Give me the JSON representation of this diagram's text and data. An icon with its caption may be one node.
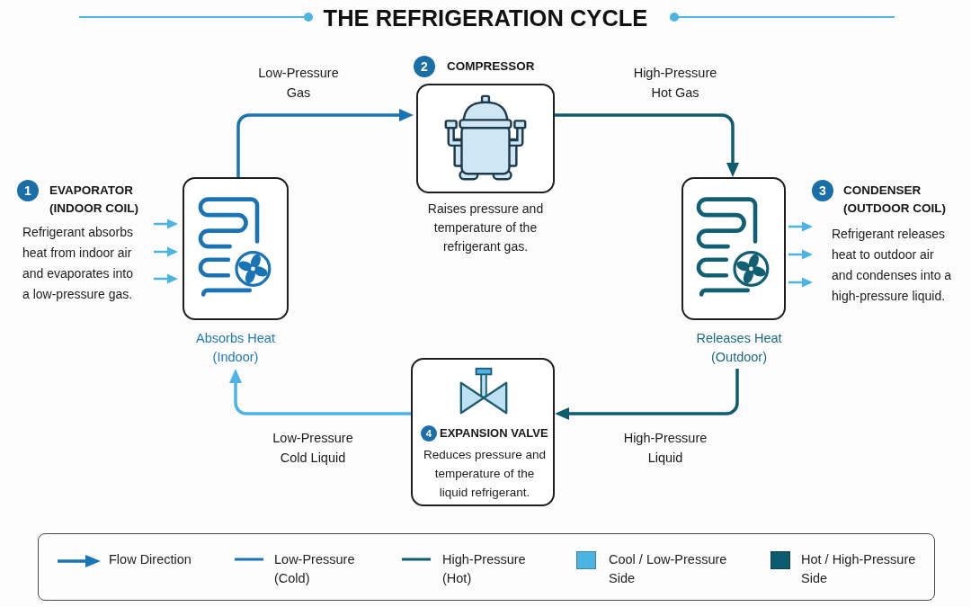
{
  "diagram": {
    "title": "THE REFRIGERATION CYCLE",
    "nodes": [
      {
        "text": [
          "1",
          "EVAPORATOR (INDOOR COIL)",
          "Refrigerant absorbs heat from indoor air and evaporates into a low-pressure gas.",
          "Absorbs Heat (Indoor)"
        ]
      },
      {
        "text": [
          "2",
          "COMPRESSOR",
          "Raises pressure and temperature of the refrigerant gas."
        ]
      },
      {
        "text": [
          "3",
          "CONDENSER (OUTDOOR COIL)",
          "Refrigerant releases heat to outdoor air and condenses into a high-pressure liquid.",
          "Releases Heat (Outdoor)"
        ]
      },
      {
        "text": [
          "4",
          "EXPANSION VALVE",
          "Reduces pressure and temperature of the liquid refrigerant."
        ]
      }
    ],
    "edges": [
      {
        "from": 0,
        "to": 1,
        "arrow": "to",
        "label": "Low-Pressure Gas",
        "color": "#1a73b5"
      },
      {
        "from": 1,
        "to": 2,
        "arrow": "to",
        "label": "High-Pressure Hot Gas",
        "color": "#0f5c70"
      },
      {
        "from": 2,
        "to": 3,
        "arrow": "to",
        "label": "High-Pressure Liquid",
        "color": "#0f5c70"
      },
      {
        "from": 3,
        "to": 0,
        "arrow": "to",
        "label": "Low-Pressure Cold Liquid",
        "color": "#4db3e6"
      }
    ],
    "legend": [
      {
        "text": "Flow Direction"
      },
      {
        "text": "Low-Pressure (Cold)"
      },
      {
        "text": "High-Pressure (Hot)"
      },
      {
        "text": "Cool / Low-Pressure Side",
        "color": "#4db3e3"
      },
      {
        "text": "Hot / High-Pressure Side",
        "color": "#0d5a6e"
      }
    ]
  }
}
